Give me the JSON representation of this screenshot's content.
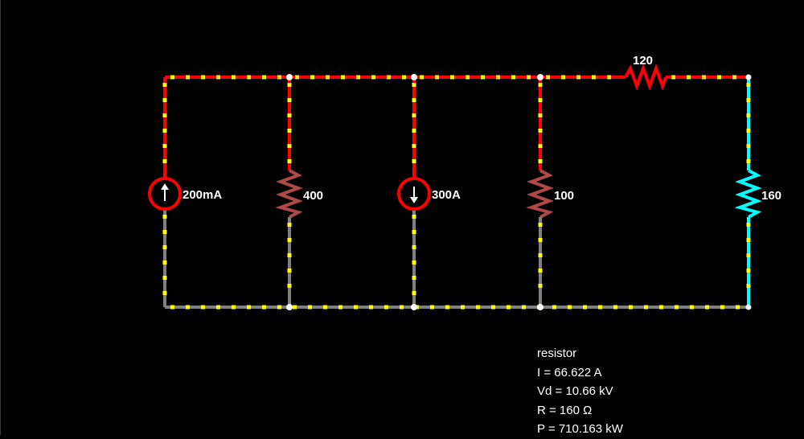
{
  "colors": {
    "background": "#000000",
    "wire_high": "#ff0000",
    "wire_low": "#808080",
    "wire_selected": "#00ffff",
    "current_dot": "#ffff00",
    "node": "#ffffff"
  },
  "components": {
    "source1": {
      "type": "current-source",
      "label": "200mA"
    },
    "resistor1": {
      "type": "resistor",
      "label": "400"
    },
    "source2": {
      "type": "current-source",
      "label": "300A"
    },
    "resistor2": {
      "type": "resistor",
      "label": "100"
    },
    "resistor_top": {
      "type": "resistor",
      "label": "120"
    },
    "resistor_right": {
      "type": "resistor",
      "label": "160",
      "selected": true
    }
  },
  "info": {
    "name": "resistor",
    "current": "I = 66.622 A",
    "voltage_drop": "Vd = 10.66 kV",
    "resistance": "R = 160 Ω",
    "power": "P = 710.163 kW"
  }
}
